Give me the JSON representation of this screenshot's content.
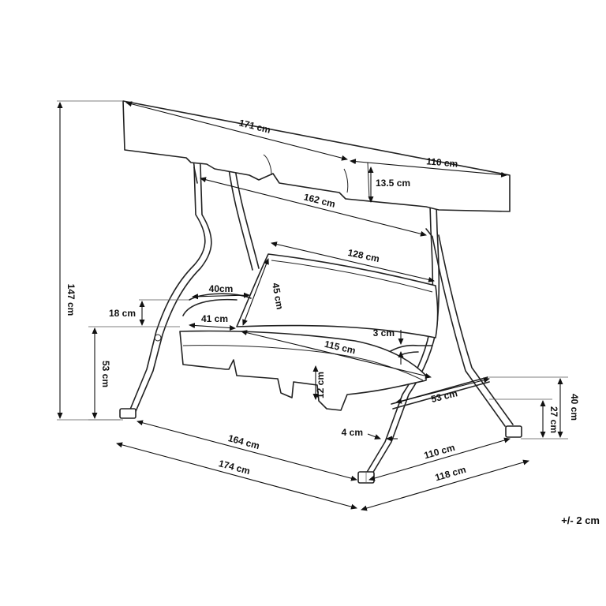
{
  "dimensions": {
    "canopy_width": "171 cm",
    "canopy_depth": "110 cm",
    "canopy_valance": "13.5 cm",
    "inner_frame_width": "162 cm",
    "backrest_width": "128 cm",
    "backrest_height": "45 cm",
    "armrest_length": "40cm",
    "armrest_height": "18 cm",
    "seat_depth": "41 cm",
    "seat_width": "115 cm",
    "cushion_thickness": "3 cm",
    "seat_valance": "12 cm",
    "seat_height": "53 cm",
    "total_height": "147 cm",
    "base_inner_width": "164 cm",
    "base_outer_width": "174 cm",
    "tube_diameter": "4 cm",
    "base_inner_depth": "110 cm",
    "base_outer_depth": "118 cm",
    "crossbar_length": "53 cm",
    "crossbar_height": "40 cm",
    "footrest_height": "27 cm"
  },
  "tolerance_note": "+/- 2 cm"
}
